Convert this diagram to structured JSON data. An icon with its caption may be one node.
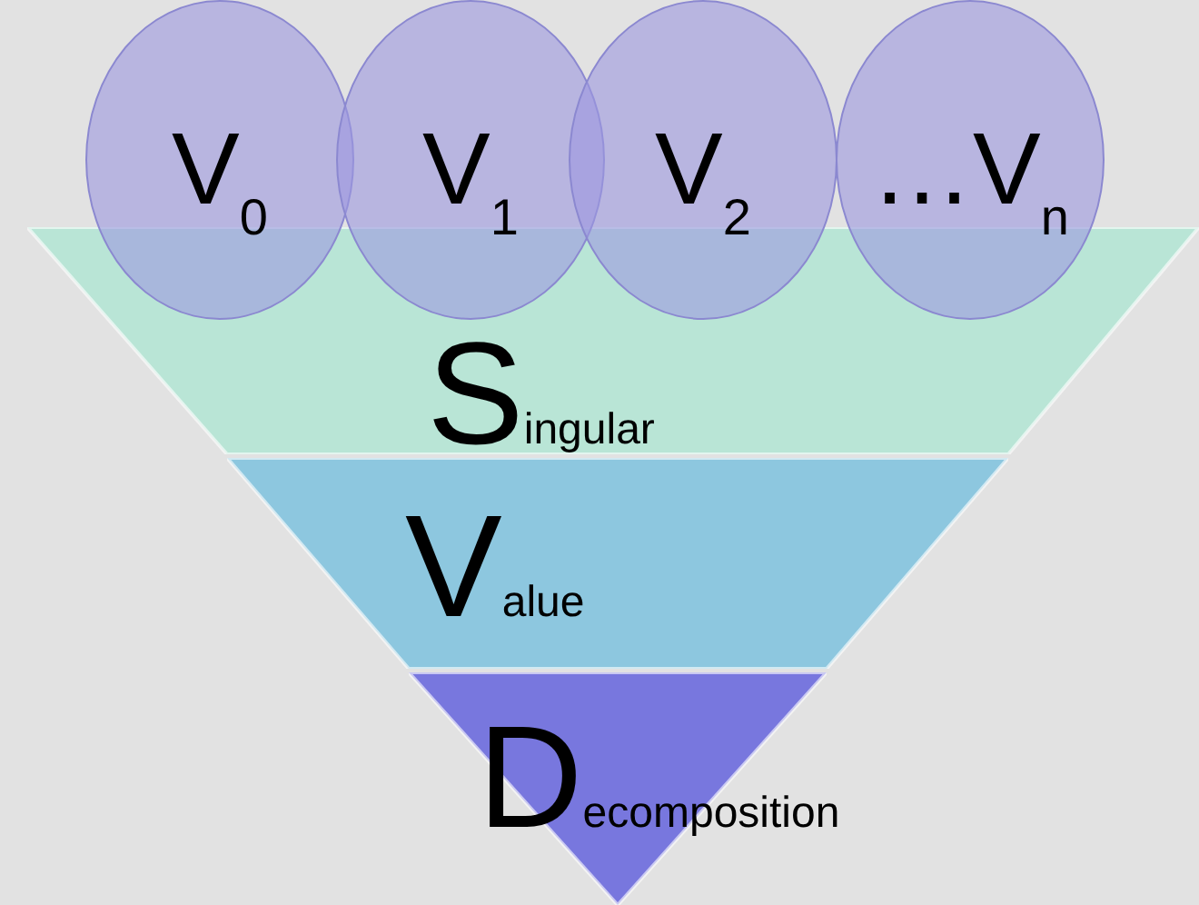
{
  "diagram": {
    "nodes": [
      {
        "text": [
          "V$_{0}$"
        ]
      },
      {
        "text": [
          "V$_{1}$"
        ]
      },
      {
        "text": [
          "V$_{2}$"
        ]
      },
      {
        "text": [
          "…V$_{n}$"
        ]
      },
      {
        "text": [
          "Singular"
        ]
      },
      {
        "text": [
          "Value"
        ]
      },
      {
        "text": [
          "Decomposition"
        ]
      }
    ]
  }
}
